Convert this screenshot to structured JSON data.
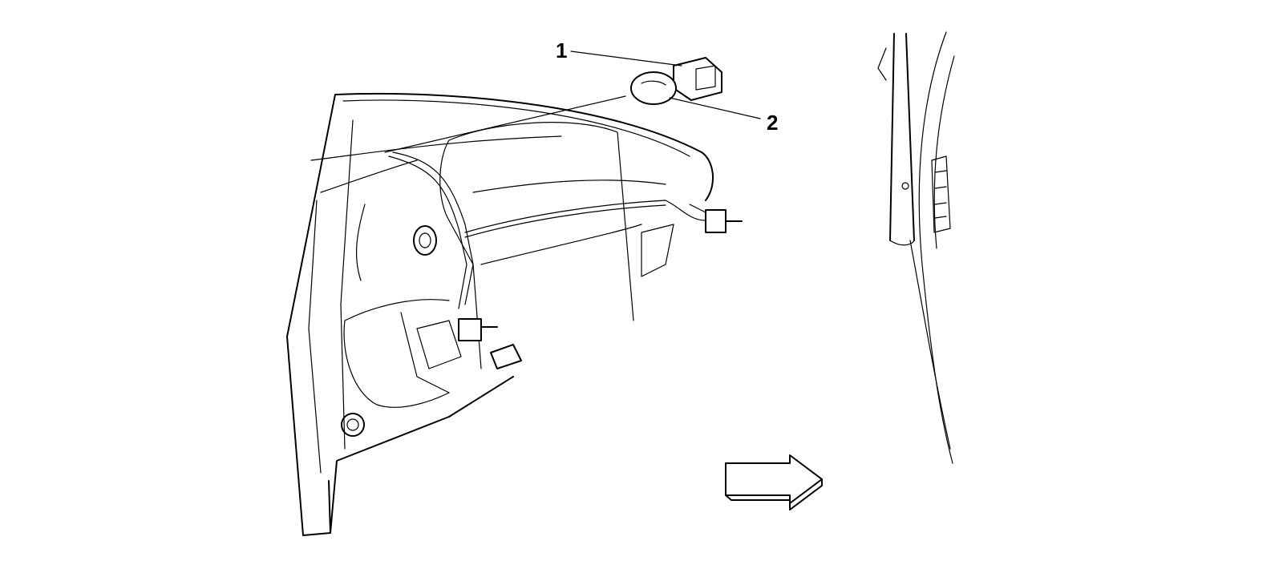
{
  "callouts": [
    {
      "id": "1",
      "label": "1"
    },
    {
      "id": "2",
      "label": "2"
    }
  ],
  "icons": {
    "direction": "arrow-right-icon"
  },
  "colors": {
    "line": "#000000",
    "background": "#ffffff"
  }
}
